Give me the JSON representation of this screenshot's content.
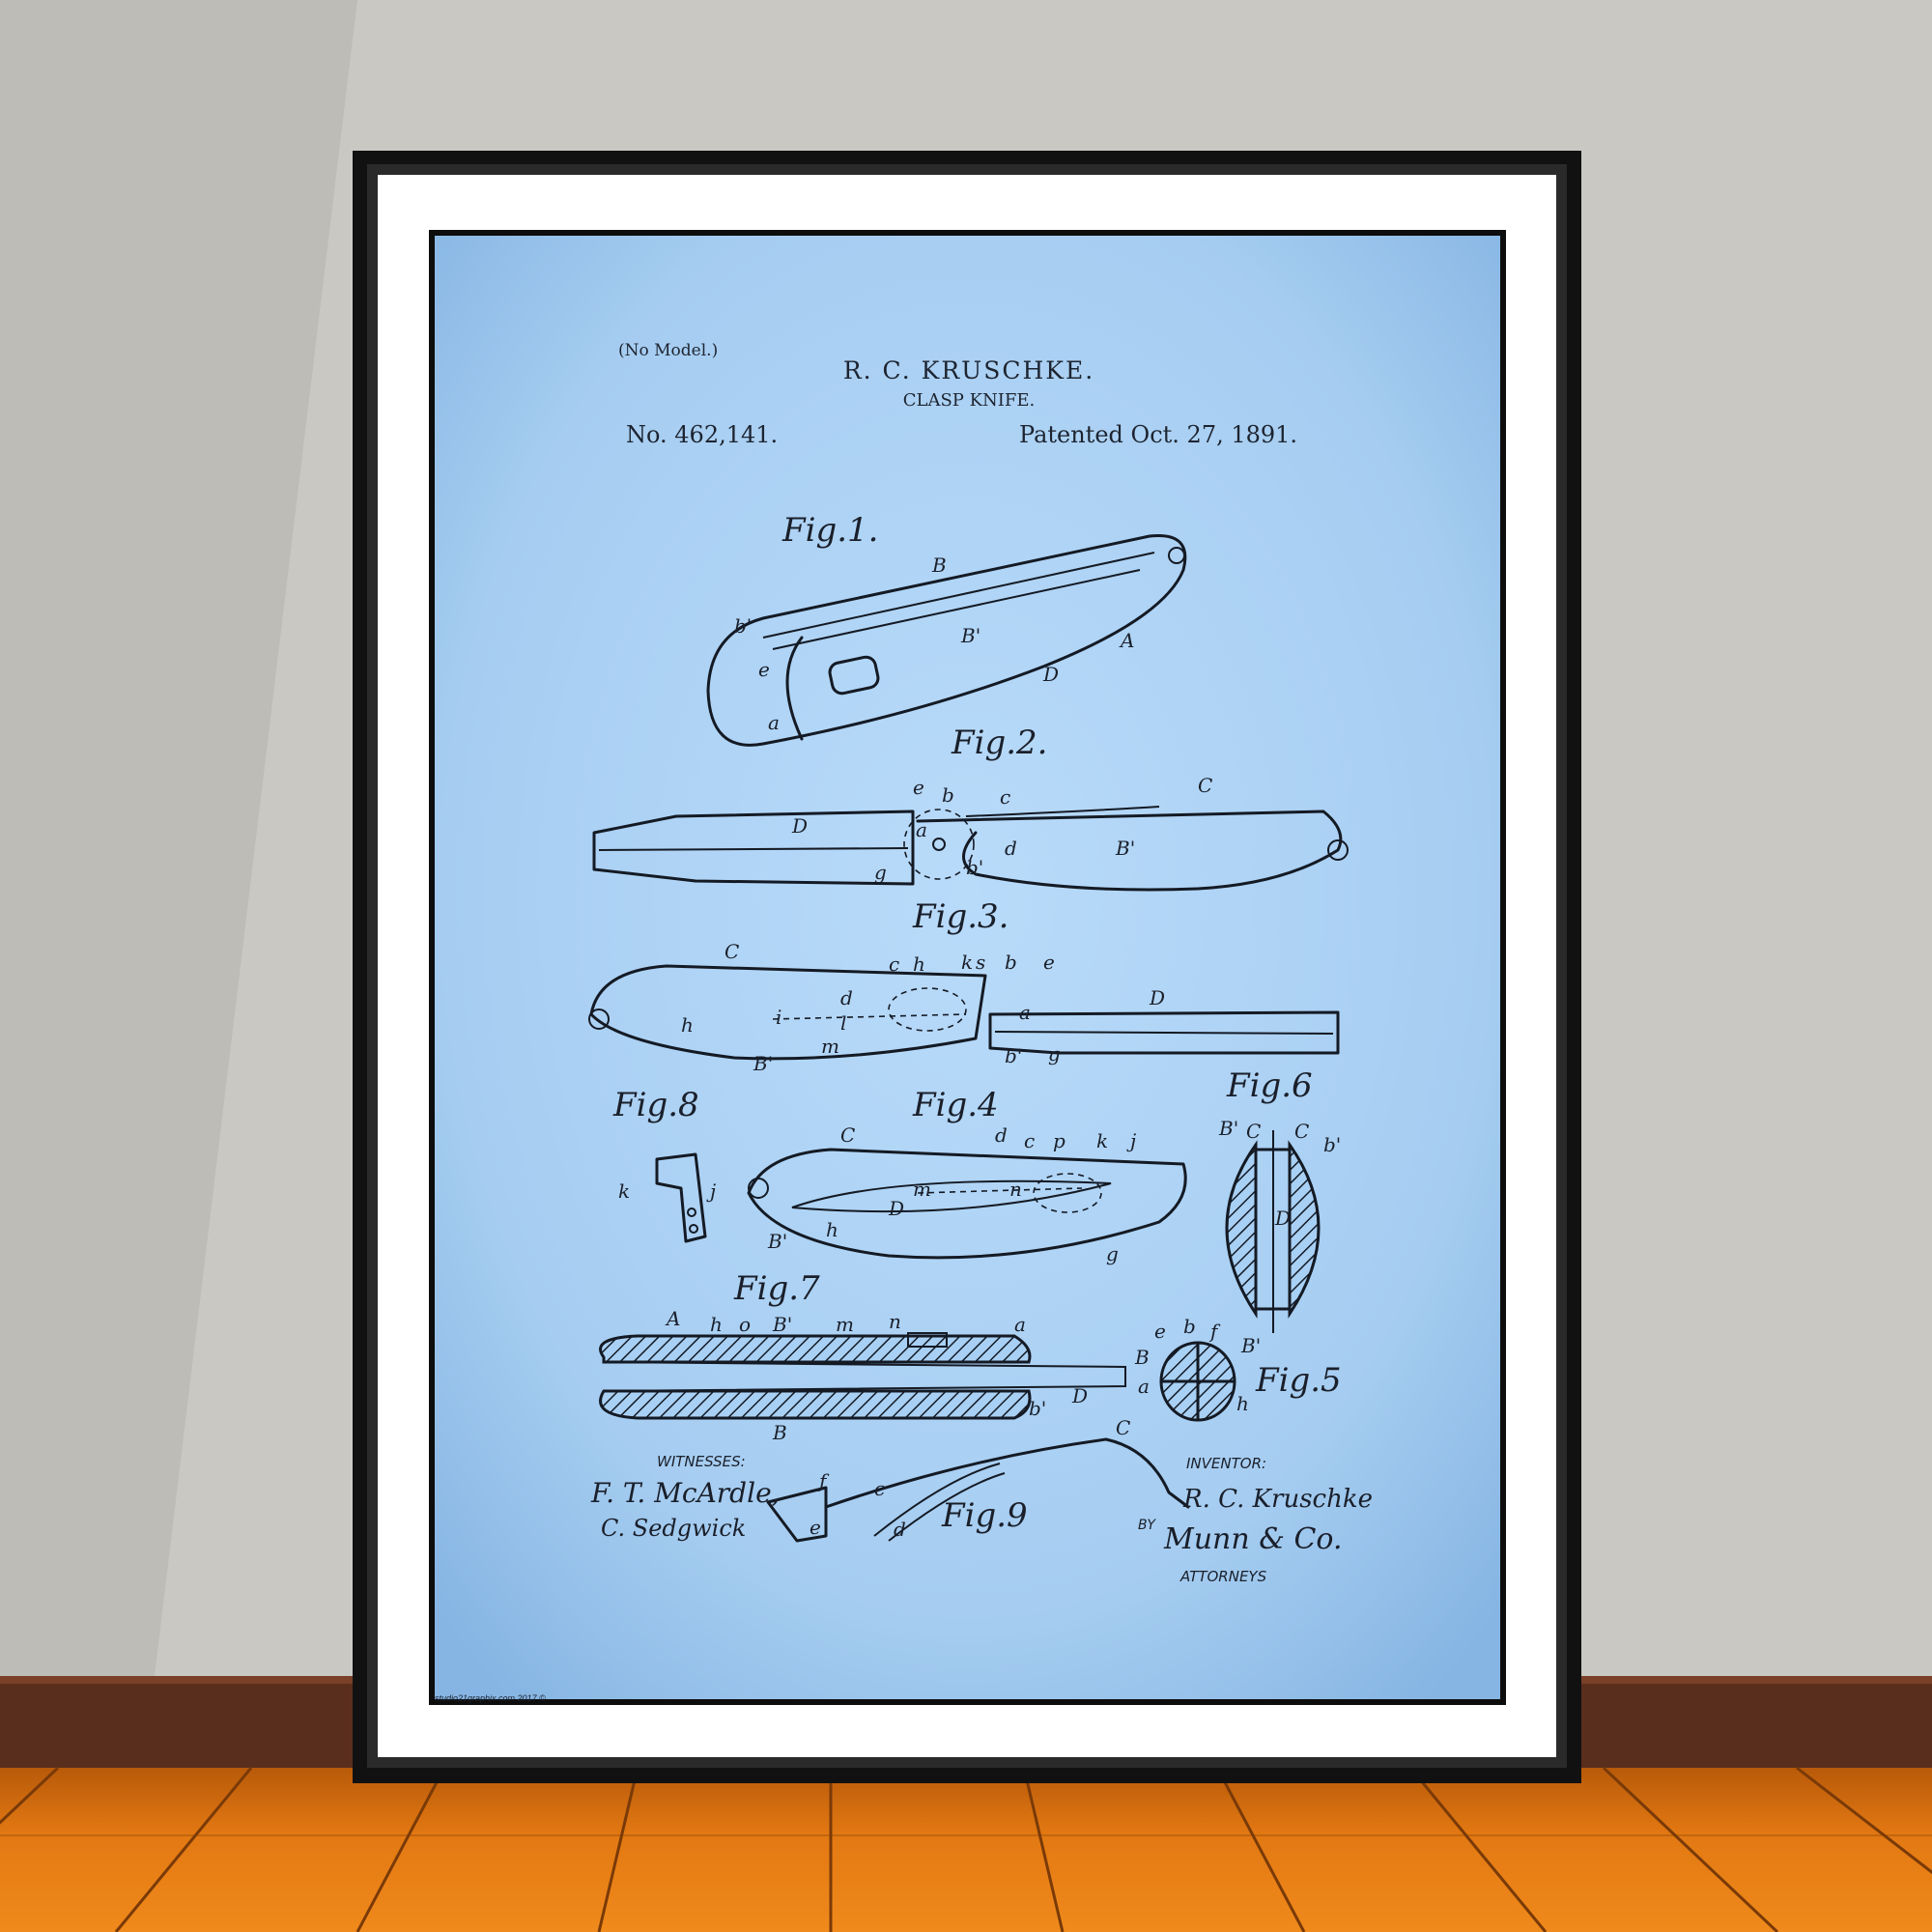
{
  "header": {
    "no_model": "(No Model.)",
    "inventor_name": "R. C. KRUSCHKE.",
    "title": "CLASP KNIFE.",
    "patent_number": "No. 462,141.",
    "patent_date": "Patented Oct. 27, 1891."
  },
  "figures": [
    "Fig.1.",
    "Fig.2.",
    "Fig.3.",
    "Fig.8",
    "Fig.4",
    "Fig.6",
    "Fig.7",
    "Fig.5",
    "Fig.9"
  ],
  "reference_letters": [
    "B",
    "b'",
    "B'",
    "A",
    "e",
    "D",
    "a",
    "C",
    "c",
    "e",
    "b",
    "D",
    "a",
    "d",
    "B'",
    "g",
    "b'",
    "C",
    "c",
    "h",
    "k",
    "s",
    "b",
    "e",
    "D",
    "a",
    "h",
    "i",
    "d",
    "l",
    "m",
    "B'",
    "b'",
    "g",
    "C",
    "d",
    "c",
    "p",
    "k",
    "j",
    "m",
    "n",
    "D",
    "h",
    "B'",
    "g",
    "k",
    "j",
    "B'",
    "C",
    "C",
    "b'",
    "D",
    "A",
    "h",
    "o",
    "B'",
    "m",
    "n",
    "a",
    "B",
    "b'",
    "D",
    "B",
    "e",
    "b",
    "f",
    "B'",
    "h",
    "a",
    "f",
    "c",
    "e",
    "d",
    "C"
  ],
  "signatures": {
    "witnesses_label": "WITNESSES:",
    "witness_1": "F. T. McArdle,",
    "witness_2": "C. Sedgwick",
    "inventor_label": "INVENTOR:",
    "inventor_signature": "R. C. Kruschke",
    "by_label": "BY",
    "attorneys_signature": "Munn & Co.",
    "attorneys_label": "ATTORNEYS"
  },
  "credit": "studio21graphix.com 2017 ©",
  "colors": {
    "wall": "#c9c8c3",
    "baseboard": "#5a2e1c",
    "floor": "#d9700f",
    "frame": "#111111",
    "mat": "#ffffff",
    "paper": "#a8d0f4",
    "ink": "#141a24"
  }
}
